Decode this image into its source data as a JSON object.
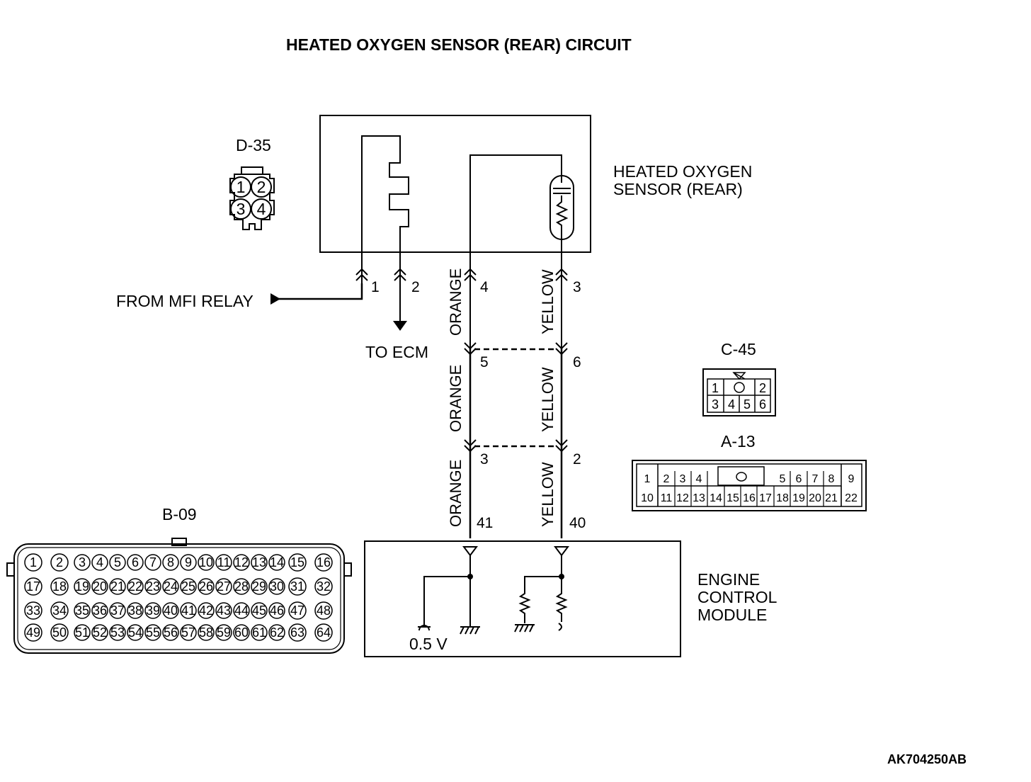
{
  "title": "HEATED OXYGEN SENSOR (REAR) CIRCUIT",
  "figure_code": "AK704250AB",
  "sensor": {
    "name_line1": "HEATED OXYGEN",
    "name_line2": "SENSOR (REAR)",
    "pins": {
      "p1": "1",
      "p2": "2",
      "p4": "4",
      "p3": "3"
    }
  },
  "from_mfi_relay": "FROM MFI RELAY",
  "to_ecm": "TO ECM",
  "wires": {
    "orange": "ORANGE",
    "yellow": "YELLOW"
  },
  "junction_c45_pins": {
    "left": "5",
    "right": "6"
  },
  "junction_a13_pins": {
    "left": "3",
    "right": "2"
  },
  "ecm_pins": {
    "left": "41",
    "right": "40"
  },
  "ecm": {
    "line1": "ENGINE",
    "line2": "CONTROL",
    "line3": "MODULE",
    "voltage": "0.5 V"
  },
  "connectors": {
    "d35": {
      "label": "D-35",
      "pins": [
        "1",
        "2",
        "3",
        "4"
      ]
    },
    "c45": {
      "label": "C-45",
      "pins": [
        "1",
        "2",
        "3",
        "4",
        "5",
        "6"
      ]
    },
    "a13": {
      "label": "A-13",
      "top_pins": [
        "1",
        "2",
        "3",
        "4",
        "5",
        "6",
        "7",
        "8",
        "9"
      ],
      "bottom_pins": [
        "10",
        "11",
        "12",
        "13",
        "14",
        "15",
        "16",
        "17",
        "18",
        "19",
        "20",
        "21",
        "22"
      ]
    },
    "b09": {
      "label": "B-09",
      "rows": [
        [
          "1",
          "2",
          "3",
          "4",
          "5",
          "6",
          "7",
          "8",
          "9",
          "10",
          "11",
          "12",
          "13",
          "14",
          "15",
          "16"
        ],
        [
          "17",
          "18",
          "19",
          "20",
          "21",
          "22",
          "23",
          "24",
          "25",
          "26",
          "27",
          "28",
          "29",
          "30",
          "31",
          "32"
        ],
        [
          "33",
          "34",
          "35",
          "36",
          "37",
          "38",
          "39",
          "40",
          "41",
          "42",
          "43",
          "44",
          "45",
          "46",
          "47",
          "48"
        ],
        [
          "49",
          "50",
          "51",
          "52",
          "53",
          "54",
          "55",
          "56",
          "57",
          "58",
          "59",
          "60",
          "61",
          "62",
          "63",
          "64"
        ]
      ]
    }
  }
}
